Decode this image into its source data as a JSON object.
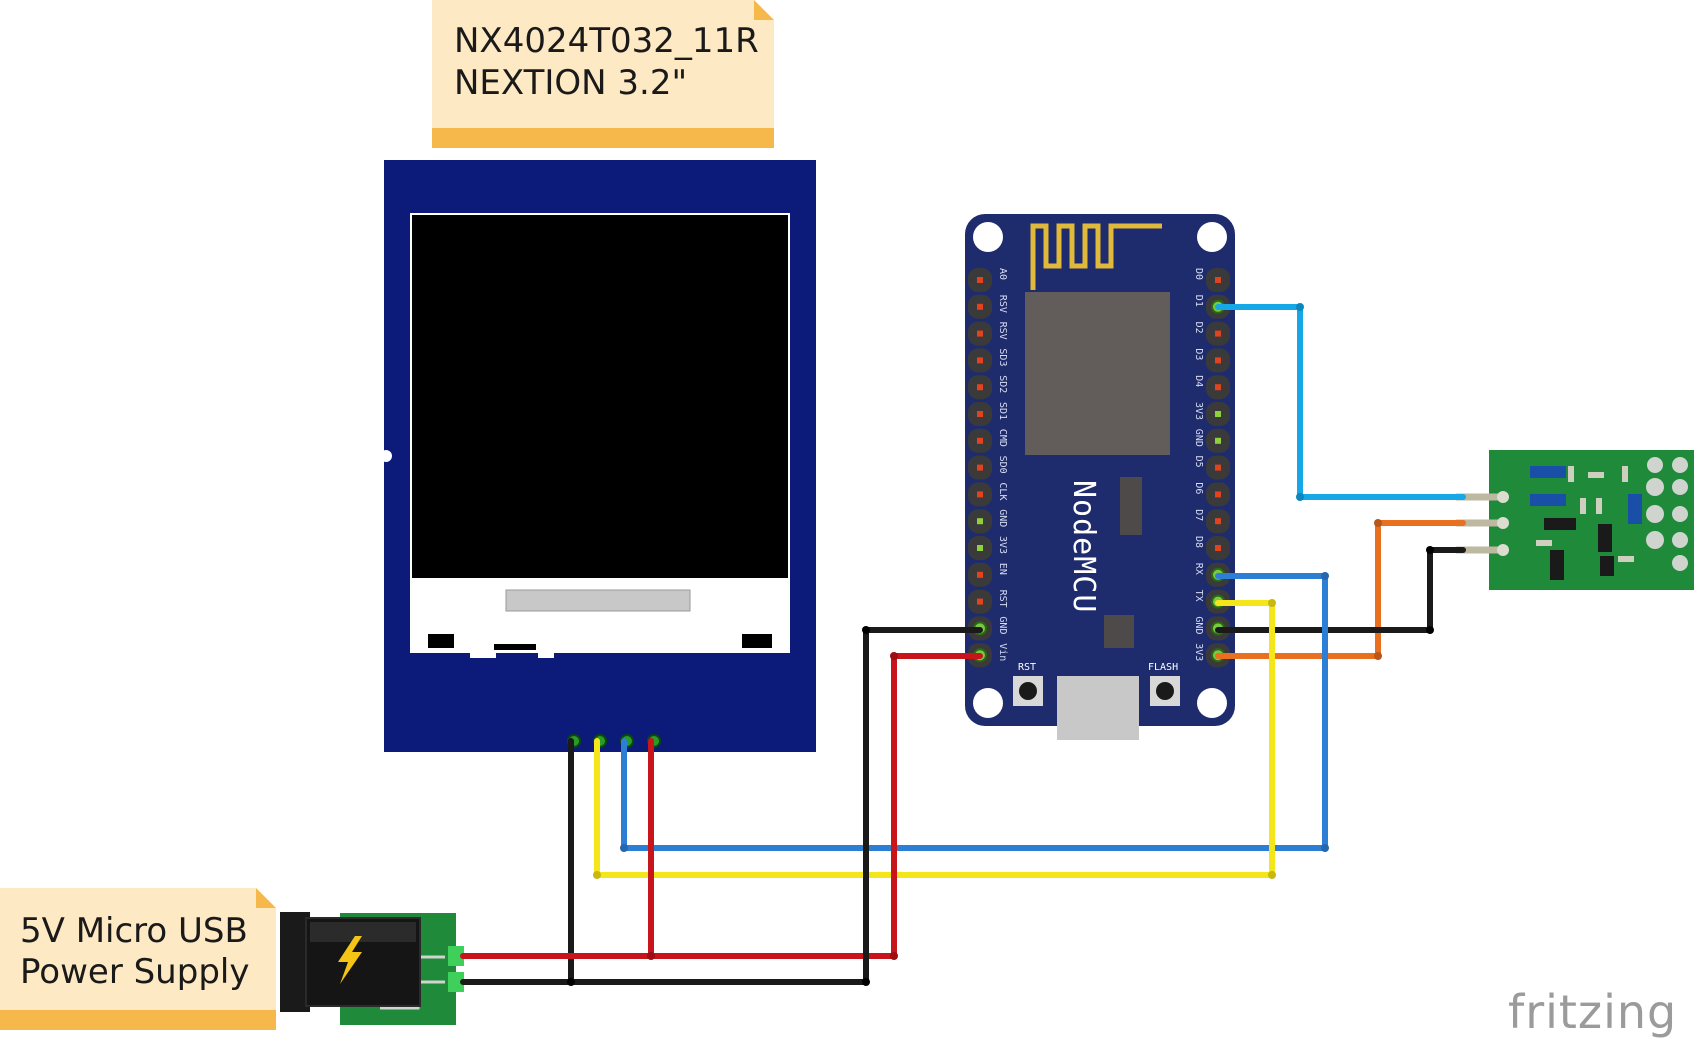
{
  "notes": {
    "display": {
      "line1": "NX4024T032_11R",
      "line2": "NEXTION 3.2\""
    },
    "power": {
      "line1": "5V Micro USB",
      "line2": "Power Supply"
    }
  },
  "nodemcu": {
    "title": "NodeMCU",
    "left_pins": [
      "A0",
      "RSV",
      "RSV",
      "SD3",
      "SD2",
      "SD1",
      "CMD",
      "SD0",
      "CLK",
      "GND",
      "3V3",
      "EN",
      "RST",
      "GND",
      "Vin"
    ],
    "right_pins": [
      "D0",
      "D1",
      "D2",
      "D3",
      "D4",
      "3V3",
      "GND",
      "D5",
      "D6",
      "D7",
      "D8",
      "RX",
      "TX",
      "GND",
      "3V3"
    ],
    "buttons": {
      "rst": "RST",
      "flash": "FLASH"
    }
  },
  "logo": "fritzing",
  "colors": {
    "note_bg": "#fde9c3",
    "note_bar": "#f7b84b",
    "display_pcb": "#0c1a7a",
    "nodemcu_pcb": "#1e2c6e",
    "module_pcb": "#1f8a3a",
    "wire_blue_light": "#15a7e6",
    "wire_blue": "#2d7fd6",
    "wire_yellow": "#f5e61c",
    "wire_orange": "#e8701e",
    "wire_red": "#c8141b",
    "wire_black": "#1a1a1a"
  }
}
